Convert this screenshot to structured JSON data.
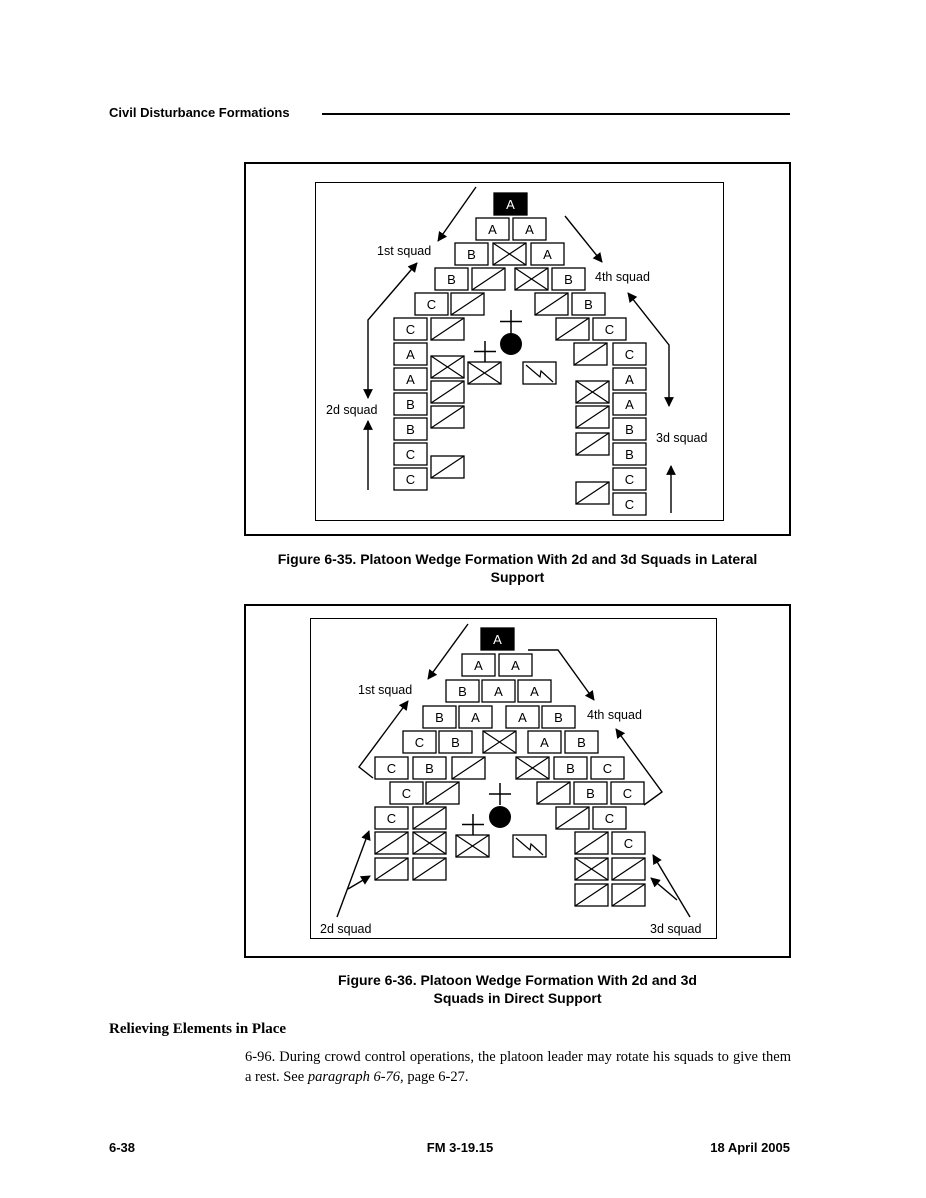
{
  "header": {
    "title": "Civil Disturbance Formations"
  },
  "figure1": {
    "caption_line1": "Figure 6-35.  Platoon Wedge Formation With 2d and 3d Squads in Lateral",
    "caption_line2": "Support",
    "squad_labels": {
      "first": "1st squad",
      "second": "2d squad",
      "third": "3d squad",
      "fourth": "4th squad"
    },
    "unit_labels": [
      "A",
      "A",
      "A",
      "B",
      "A",
      "B",
      "B",
      "C",
      "B",
      "C",
      "C",
      "A",
      "A",
      "B",
      "B",
      "C",
      "C",
      "C",
      "A",
      "A",
      "B",
      "B",
      "C",
      "C"
    ]
  },
  "figure2": {
    "caption_line1": "Figure 6-36.  Platoon Wedge Formation With 2d and 3d",
    "caption_line2": "Squads in Direct Support",
    "squad_labels": {
      "first": "1st squad",
      "second": "2d squad",
      "third": "3d squad",
      "fourth": "4th squad"
    },
    "unit_labels": [
      "A",
      "A",
      "A",
      "B",
      "A",
      "A",
      "B",
      "A",
      "A",
      "B",
      "C",
      "B",
      "A",
      "B",
      "C",
      "B",
      "B",
      "C",
      "C",
      "B",
      "C",
      "C",
      "C",
      "C"
    ]
  },
  "section": {
    "heading": "Relieving Elements in Place"
  },
  "paragraph": {
    "text_before": "6-96.  During crowd control operations, the platoon leader may rotate his squads to give them a rest. See ",
    "italic_ref": "paragraph 6-76,",
    "text_after": " page 6-27."
  },
  "footer": {
    "page": "6-38",
    "manual": "FM 3-19.15",
    "date": "18 April 2005"
  }
}
